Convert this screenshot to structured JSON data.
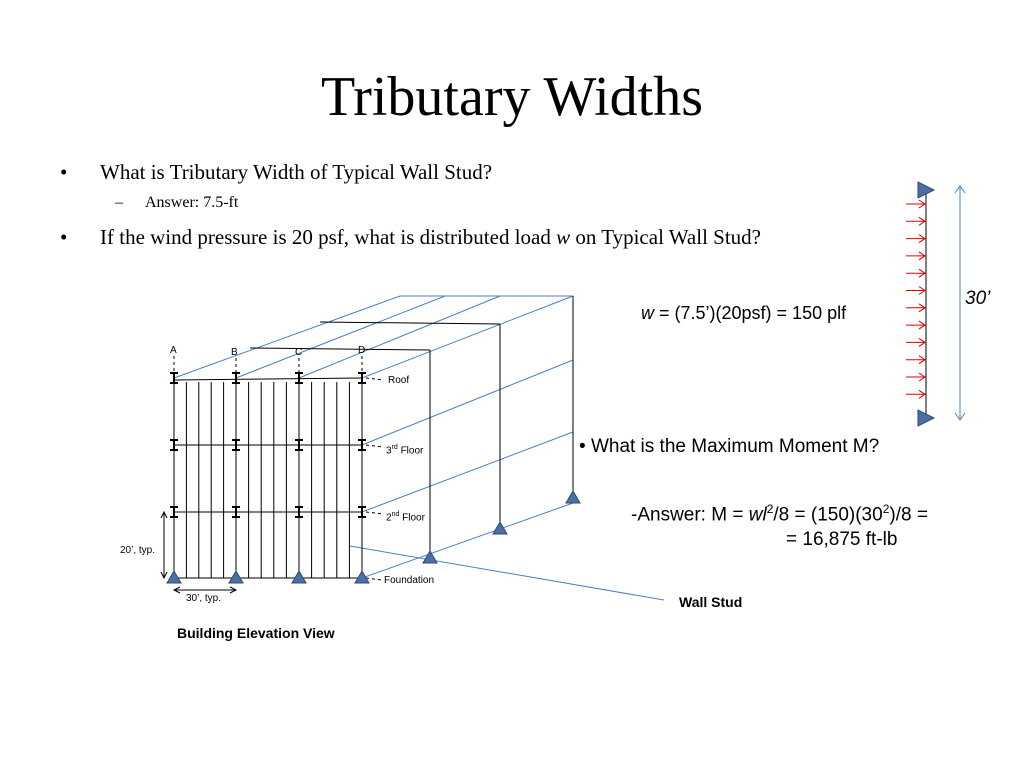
{
  "slide": {
    "title": "Tributary Widths",
    "bullets": [
      "What is Tributary Width of Typical Wall Stud?",
      "If the wind pressure is 20 psf, what is distributed load ",
      " on Typical Wall Stud?"
    ],
    "bullet_var": "w",
    "bullet_marker": "•",
    "sub_marker": "–",
    "sub_answer": "Answer:  7.5-ft"
  },
  "formula": {
    "w_var": "w",
    "w_rest": " = (7.5’)(20psf) = 150 plf"
  },
  "wind": {
    "height_label": "30’",
    "arrow_color": "#e00000",
    "support_color": "#4a6fa5"
  },
  "moment": {
    "question": "What is the Maximum Moment M?",
    "answer_prefix": "-Answer: M = ",
    "answer_wl": "wl",
    "answer_sup1": "2",
    "answer_mid": "/8 = (150)(30",
    "answer_sup2": "2",
    "answer_end": ")/8 =",
    "answer_line2": "=  16,875 ft-lb"
  },
  "diagram": {
    "grid_labels": [
      "A",
      "B",
      "C",
      "D"
    ],
    "roof": "Roof",
    "floor3_num": "3",
    "floor3_sup": "rd",
    "floor3_txt": " Floor",
    "floor2_num": "2",
    "floor2_sup": "nd",
    "floor2_txt": " Floor",
    "foundation": "Foundation",
    "height_dim": "20’, typ.",
    "width_dim": "30’, typ.",
    "caption": "Building Elevation View",
    "wall_stud": "Wall Stud",
    "line_color": "#4a7fc1"
  }
}
